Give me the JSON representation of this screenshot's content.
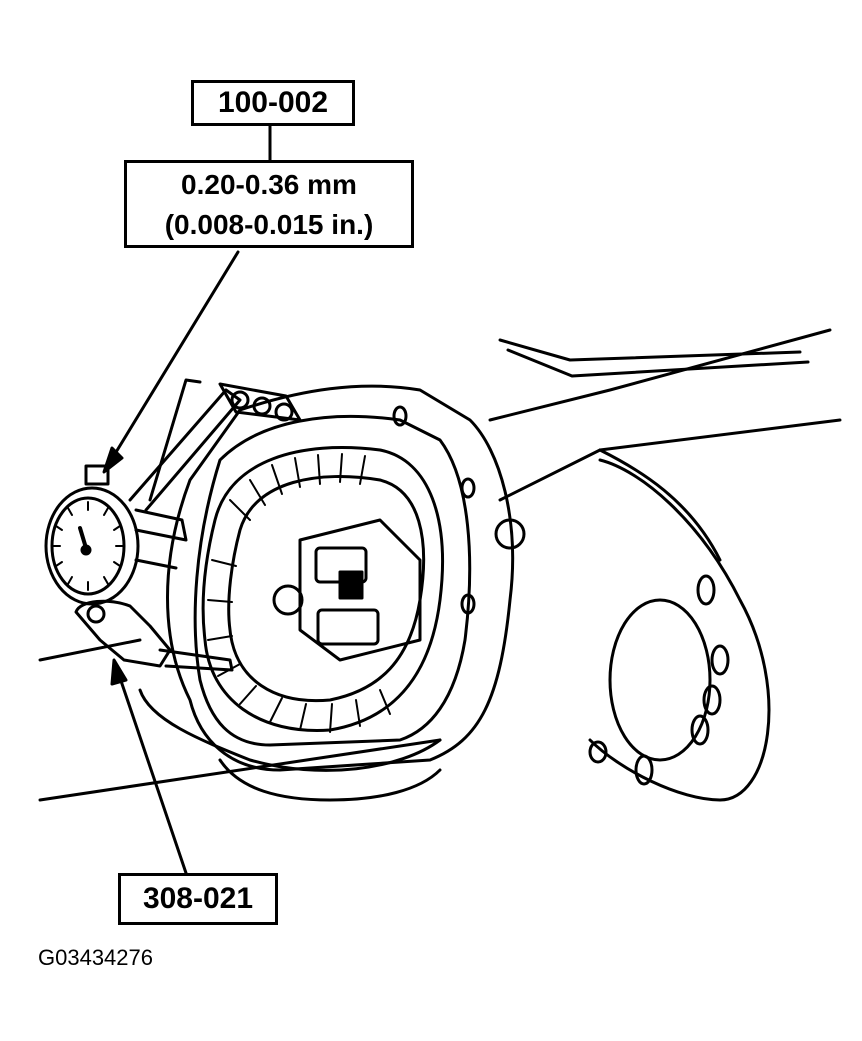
{
  "callouts": {
    "tool_100": "100-002",
    "spec_mm": "0.20-0.36 mm",
    "spec_in": "(0.008-0.015 in.)",
    "tool_308": "308-021"
  },
  "figure_id": "G03434276",
  "colors": {
    "ink": "#000000",
    "paper": "#ffffff"
  }
}
